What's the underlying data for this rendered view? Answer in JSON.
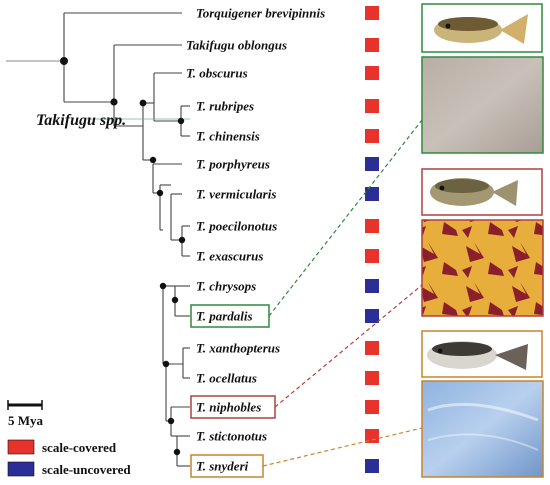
{
  "genus_label": "Takifugu spp.",
  "scale_bar": {
    "label": "5 Mya"
  },
  "legend": [
    {
      "label": "scale-covered",
      "color": "#e8332c"
    },
    {
      "label": "scale-uncovered",
      "color": "#2a2e96"
    }
  ],
  "taxa": [
    {
      "name": "Torquigener brevipinnis",
      "state": "covered"
    },
    {
      "name": "Takifugu oblongus",
      "state": "covered"
    },
    {
      "name": "T. obscurus",
      "state": "covered"
    },
    {
      "name": "T. rubripes",
      "state": "covered"
    },
    {
      "name": "T. chinensis",
      "state": "covered"
    },
    {
      "name": "T. porphyreus",
      "state": "uncovered"
    },
    {
      "name": "T. vermicularis",
      "state": "uncovered"
    },
    {
      "name": "T. poecilonotus",
      "state": "covered"
    },
    {
      "name": "T. exascurus",
      "state": "covered"
    },
    {
      "name": "T. chrysops",
      "state": "uncovered"
    },
    {
      "name": "T. pardalis",
      "state": "uncovered",
      "boxed": "#2e8b3e"
    },
    {
      "name": "T. xanthopterus",
      "state": "covered"
    },
    {
      "name": "T. ocellatus",
      "state": "covered"
    },
    {
      "name": "T. niphobles",
      "state": "covered",
      "boxed": "#b0413e"
    },
    {
      "name": "T. stictonotus",
      "state": "covered"
    },
    {
      "name": "T. snyderi",
      "state": "uncovered",
      "boxed": "#c7842f"
    }
  ],
  "colors": {
    "covered": "#e8332c",
    "uncovered": "#2a2e96",
    "tree_line": "#444444",
    "root_line": "#888888",
    "pardalis": "#2e8b3e",
    "niphobles": "#b0413e",
    "snyderi": "#c7842f"
  }
}
